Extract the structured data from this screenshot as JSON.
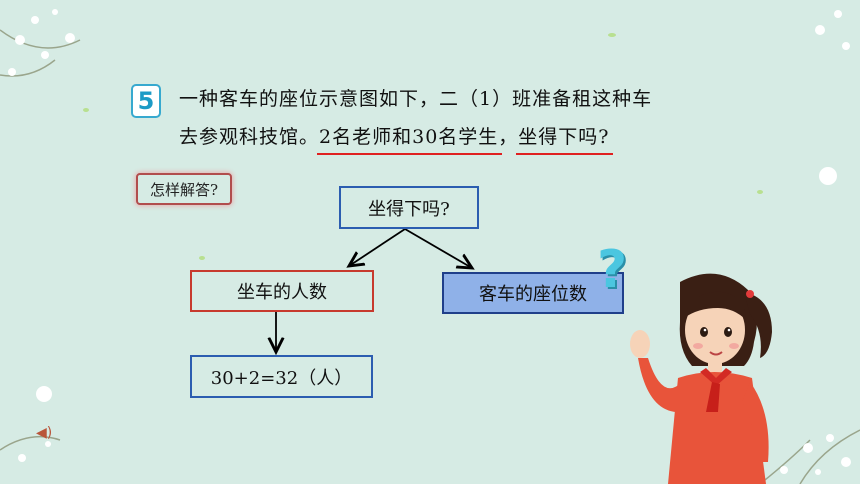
{
  "problem": {
    "number": "5",
    "line1": "一种客车的座位示意图如下，二（1）班准备租这种车",
    "line2_prefix": "去参观科技馆。",
    "line2_underline1": "2名老师和30名学生",
    "line2_comma": "，",
    "line2_underline2": "坐得下吗?"
  },
  "hint_button": "怎样解答?",
  "diagram": {
    "top_box": "坐得下吗?",
    "left_box": "坐车的人数",
    "right_box": "客车的座位数",
    "calc_box": "30+2=32（人）"
  },
  "colors": {
    "background": "#d6ebe4",
    "underline": "#e02020",
    "badge_border": "#37a9cf",
    "left_box_border": "#c73a2e",
    "right_box_fill": "#8fb1e8"
  },
  "icons": [
    "question-mark-icon",
    "speaker-icon",
    "girl-illustration"
  ]
}
